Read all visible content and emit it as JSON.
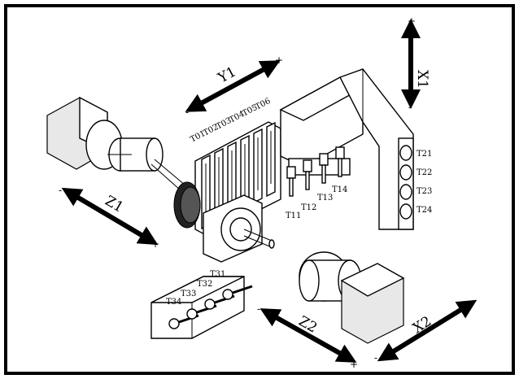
{
  "axes": {
    "y1": {
      "label": "Y1",
      "plus": "+",
      "minus": "-"
    },
    "x1": {
      "label": "X1",
      "plus": "+",
      "minus": "-"
    },
    "z1": {
      "label": "Z1",
      "plus": "+",
      "minus": "-"
    },
    "z2": {
      "label": "Z2",
      "plus": "+",
      "minus": "-"
    },
    "x2": {
      "label": "X2",
      "plus": "+",
      "minus": "-"
    }
  },
  "gang_tools": [
    "T01",
    "T02",
    "T03",
    "T04",
    "T05",
    "T06"
  ],
  "drill_tools": [
    "T11",
    "T12",
    "T13",
    "T14"
  ],
  "turret_tools": [
    "T21",
    "T22",
    "T23",
    "T24"
  ],
  "back_tools": [
    "T31",
    "T32",
    "T33",
    "T34"
  ]
}
